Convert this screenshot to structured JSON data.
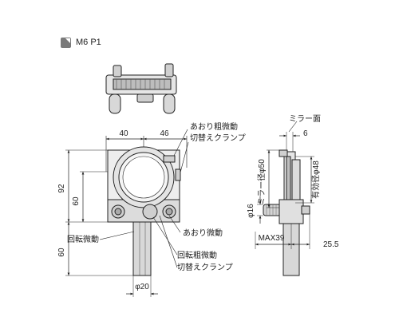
{
  "header": {
    "icon": "thread-spec-icon",
    "label": "M6 P1"
  },
  "front": {
    "dim_top_left": "40",
    "dim_top_right": "46",
    "dim_height_total": "92",
    "dim_height_inner": "60",
    "dim_post_length": "60",
    "dim_post_dia": "φ20"
  },
  "labels": {
    "tilt_coarse": "あおり粗微動",
    "switch_clamp_top": "切替えクランプ",
    "tilt_fine": "あおり微動",
    "rot_fine": "回転微動",
    "rot_coarse": "回転粗微動",
    "switch_clamp_bottom": "切替えクランプ"
  },
  "side": {
    "mirror_face": "ミラー面",
    "dim_6": "6",
    "mirror_dia": "ミラー径φ50",
    "eff_dia": "有効径φ48",
    "dim_16": "φ16",
    "max39": "MAX39",
    "dim_255": "25.5"
  }
}
